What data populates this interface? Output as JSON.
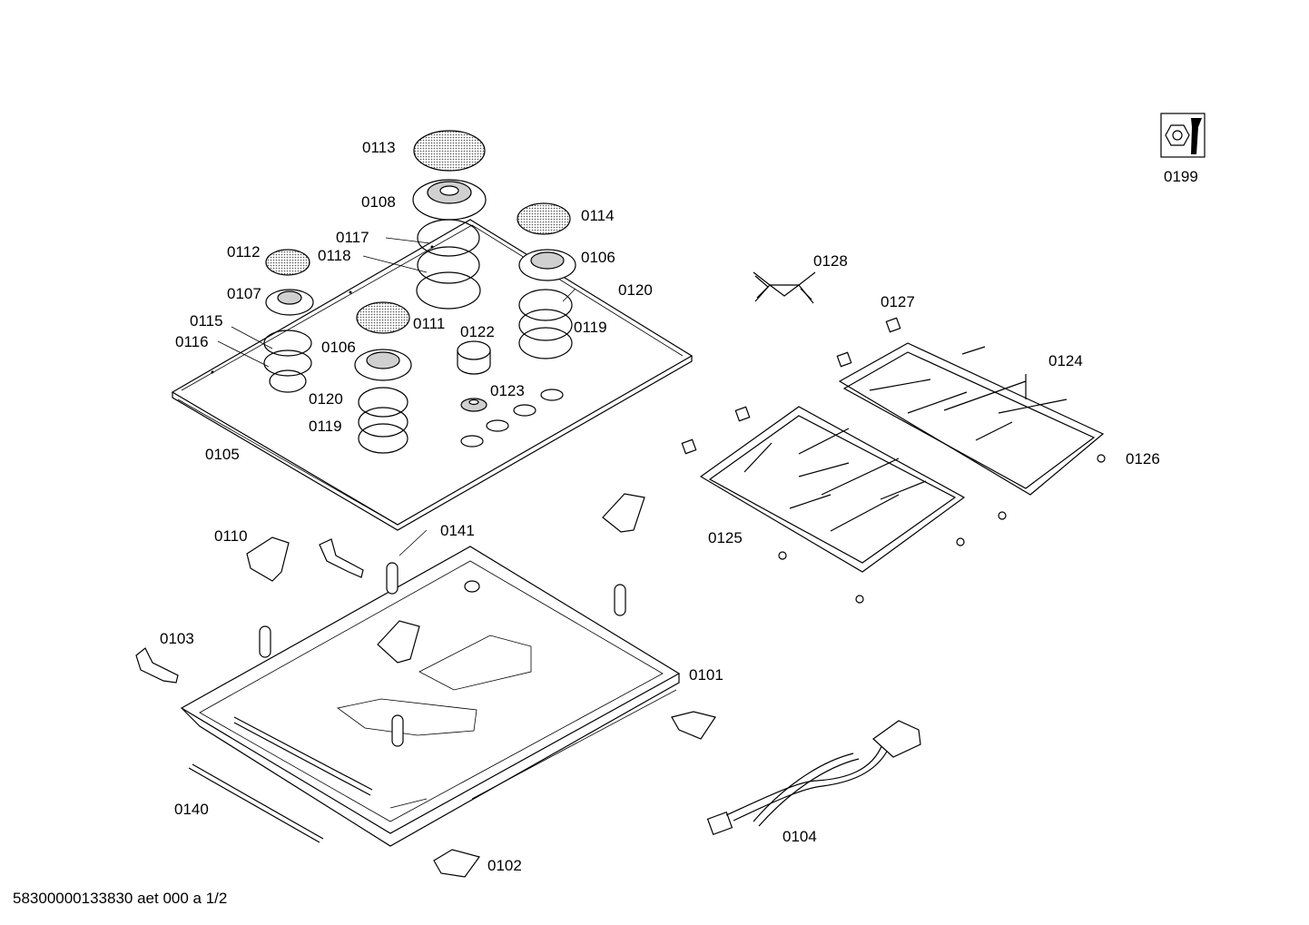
{
  "labels": {
    "p0113": "0113",
    "p0108": "0108",
    "p0114": "0114",
    "p0117": "0117",
    "p0118": "0118",
    "p0112": "0112",
    "p0106a": "0106",
    "p0107": "0107",
    "p0120a": "0120",
    "p0115": "0115",
    "p0116": "0116",
    "p0111": "0111",
    "p0122": "0122",
    "p0119a": "0119",
    "p0106b": "0106",
    "p0123": "0123",
    "p0120b": "0120",
    "p0119b": "0119",
    "p0105": "0105",
    "p0128": "0128",
    "p0127": "0127",
    "p0124": "0124",
    "p0126": "0126",
    "p0125": "0125",
    "p0199": "0199",
    "p0110": "0110",
    "p0141": "0141",
    "p0103": "0103",
    "p0101": "0101",
    "p0140": "0140",
    "p0102": "0102",
    "p0104": "0104"
  },
  "footer": "58300000133830 aet 000 a 1/2",
  "icons": {
    "service": "wrench-nut-icon"
  }
}
